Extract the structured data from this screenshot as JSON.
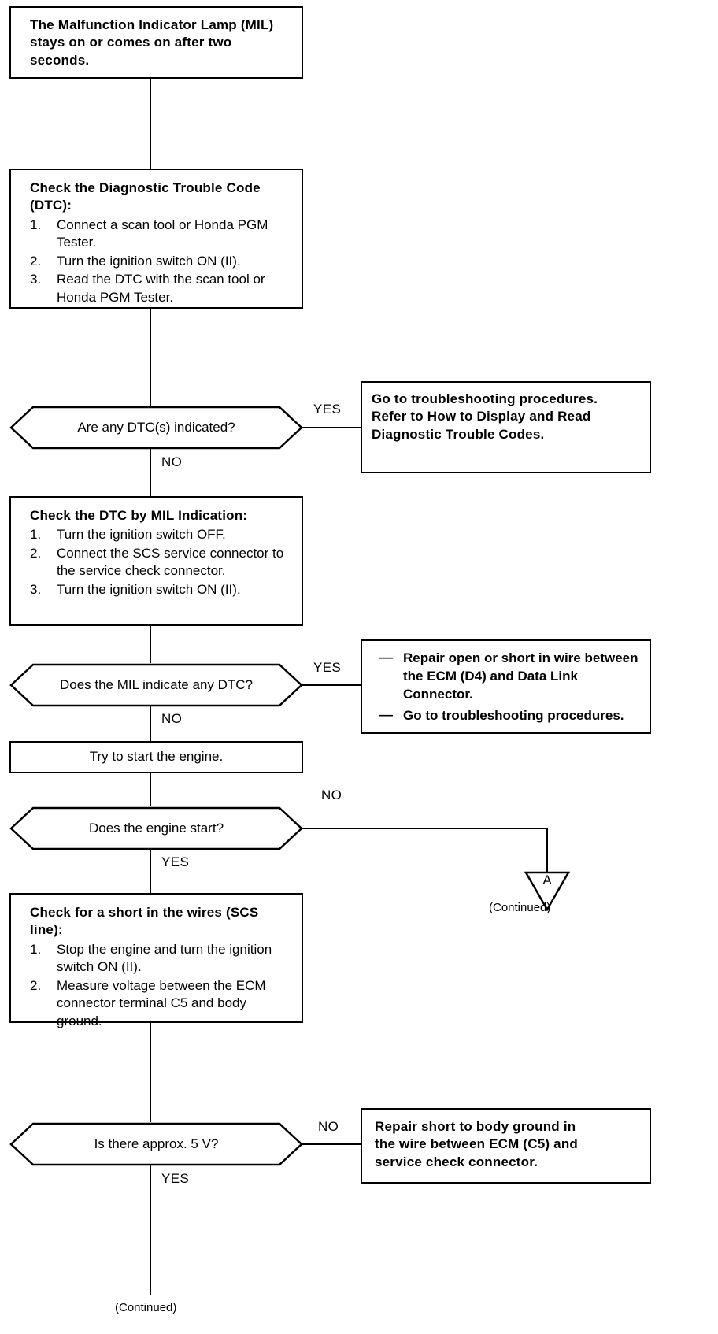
{
  "chart_data": {
    "type": "diagram",
    "title": "Malfunction Indicator Lamp (MIL) Troubleshooting Flowchart",
    "nodes": [
      {
        "id": "start",
        "shape": "process",
        "text": "The Malfunction Indicator Lamp (MIL) stays on or comes on after two seconds."
      },
      {
        "id": "check-dtc",
        "shape": "process",
        "title": "Check the Diagnostic Trouble Code (DTC):",
        "steps": [
          "Connect a scan tool or Honda PGM Tester.",
          "Turn the ignition switch ON (II).",
          "Read the DTC with the scan tool or Honda PGM Tester."
        ]
      },
      {
        "id": "dtc-indicated",
        "shape": "decision",
        "text": "Are any DTC(s) indicated?"
      },
      {
        "id": "goto-ts",
        "shape": "result",
        "text": "Go to troubleshooting procedures. Refer to How to Display and Read Diagnostic Trouble Codes."
      },
      {
        "id": "check-mil",
        "shape": "process",
        "title": "Check the DTC by MIL Indication:",
        "steps": [
          "Turn the ignition switch OFF.",
          "Connect the SCS service connector to the service check connector.",
          "Turn the ignition switch ON (II)."
        ]
      },
      {
        "id": "mil-indicate",
        "shape": "decision",
        "text": "Does the MIL indicate any DTC?"
      },
      {
        "id": "repair-d4",
        "shape": "result",
        "bullets": [
          "Repair open or short in wire between the ECM (D4) and Data Link Connector.",
          "Go to troubleshooting procedures."
        ]
      },
      {
        "id": "try-start",
        "shape": "process",
        "text": "Try to start the engine."
      },
      {
        "id": "engine-start",
        "shape": "decision",
        "text": "Does the engine start?"
      },
      {
        "id": "conn-a",
        "shape": "offpage",
        "label": "A"
      },
      {
        "id": "check-short",
        "shape": "process",
        "title": "Check for a short in the wires (SCS line):",
        "steps": [
          "Stop the engine and turn the ignition switch ON (II).",
          "Measure voltage between the ECM connector terminal C5 and body ground."
        ]
      },
      {
        "id": "approx-5v",
        "shape": "decision",
        "text": "Is there approx. 5 V?"
      },
      {
        "id": "repair-c5",
        "shape": "result",
        "text": "Repair short to body ground in the wire between ECM (C5) and service check connector."
      }
    ],
    "edges": [
      {
        "from": "start",
        "to": "check-dtc",
        "label": ""
      },
      {
        "from": "check-dtc",
        "to": "dtc-indicated",
        "label": ""
      },
      {
        "from": "dtc-indicated",
        "to": "goto-ts",
        "label": "YES"
      },
      {
        "from": "dtc-indicated",
        "to": "check-mil",
        "label": "NO"
      },
      {
        "from": "check-mil",
        "to": "mil-indicate",
        "label": ""
      },
      {
        "from": "mil-indicate",
        "to": "repair-d4",
        "label": "YES"
      },
      {
        "from": "mil-indicate",
        "to": "try-start",
        "label": "NO"
      },
      {
        "from": "try-start",
        "to": "engine-start",
        "label": ""
      },
      {
        "from": "engine-start",
        "to": "conn-a",
        "label": "NO"
      },
      {
        "from": "engine-start",
        "to": "check-short",
        "label": "YES"
      },
      {
        "from": "check-short",
        "to": "approx-5v",
        "label": ""
      },
      {
        "from": "approx-5v",
        "to": "repair-c5",
        "label": "NO"
      },
      {
        "from": "approx-5v",
        "to": "continued-bottom",
        "label": "YES"
      }
    ]
  },
  "nodes": {
    "start": {
      "text": "The Malfunction Indicator Lamp (MIL) stays on or comes on after two seconds."
    },
    "check_dtc": {
      "title": "Check the Diagnostic Trouble Code (DTC):",
      "steps": [
        {
          "num": "1.",
          "text": "Connect a scan tool or Honda PGM Tester."
        },
        {
          "num": "2.",
          "text": "Turn the ignition switch ON (II)."
        },
        {
          "num": "3.",
          "text": "Read the DTC with the scan tool or Honda PGM Tester."
        }
      ]
    },
    "dtc_indicated": {
      "question": "Are any DTC(s) indicated?",
      "yes_label": "YES",
      "no_label": "NO"
    },
    "goto_troubleshooting": {
      "line1": "Go to troubleshooting procedures.",
      "line2": "Refer to How to Display and Read",
      "line3": "Diagnostic Trouble Codes."
    },
    "check_mil": {
      "title": "Check the DTC by MIL Indication:",
      "steps": [
        {
          "num": "1.",
          "text": "Turn the ignition switch OFF."
        },
        {
          "num": "2.",
          "text": "Connect the SCS service connector to the service check connector."
        },
        {
          "num": "3.",
          "text": "Turn the ignition switch ON (II)."
        }
      ]
    },
    "mil_indicate": {
      "question": "Does the MIL indicate any DTC?",
      "yes_label": "YES",
      "no_label": "NO"
    },
    "repair_d4": {
      "bullets": [
        "Repair open or short in wire between the ECM (D4) and Data Link Connector.",
        "Go to troubleshooting proce­dures."
      ],
      "dash": "—"
    },
    "try_start": {
      "text": "Try to start the engine."
    },
    "engine_start": {
      "question": "Does the engine start?",
      "no_label": "NO",
      "yes_label": "YES"
    },
    "connector_a": {
      "label": "A",
      "continued": "(Continued)"
    },
    "check_short": {
      "title": "Check for a short in the wires (SCS line):",
      "steps": [
        {
          "num": "1.",
          "text": "Stop the engine and turn the ignition switch ON (II)."
        },
        {
          "num": "2.",
          "text": "Measure voltage between the ECM connector terminal C5 and body ground."
        }
      ]
    },
    "approx_5v": {
      "question": "Is there approx. 5 V?",
      "no_label": "NO",
      "yes_label": "YES"
    },
    "repair_c5": {
      "line1": "Repair short to body ground in",
      "line2": "the wire between ECM (C5) and",
      "line3": "service check connector."
    },
    "bottom_continued": "(Continued)"
  },
  "colors": {
    "ink": "#000000",
    "paper": "#ffffff"
  }
}
